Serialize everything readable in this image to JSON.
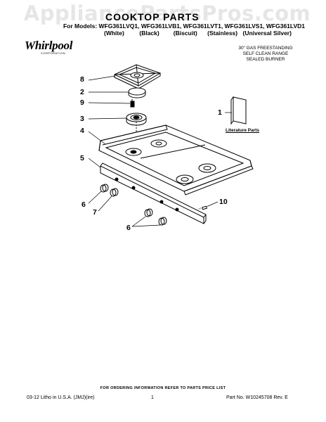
{
  "watermark": "AppliancePartsPros.com",
  "header": {
    "title": "COOKTOP PARTS",
    "models": "For Models: WFG361LVQ1, WFG361LVB1, WFG361LVT1, WFG361LVS1, WFG361LVD1",
    "finishes": [
      "(White)",
      "(Black)",
      "(Biscuit)",
      "(Stainless)",
      "(Universal Silver)"
    ]
  },
  "logo": {
    "name": "Whirlpool",
    "sub": "CORPORATION"
  },
  "description": [
    "30\" GAS FREESTANDING",
    "SELF CLEAN RANGE",
    "SEALED BURNER"
  ],
  "callouts": {
    "c8": "8",
    "c2": "2",
    "c9": "9",
    "c3": "3",
    "c4": "4",
    "c1": "1",
    "c5": "5",
    "c6a": "6",
    "c7": "7",
    "c6b": "6",
    "c10": "10"
  },
  "literature_label": "Literature Parts",
  "footer": {
    "ordering": "FOR ORDERING INFORMATION REFER TO PARTS PRICE LIST",
    "litho": "03-12  Litho in U.S.A.  (JMJ)(ire)",
    "page": "1",
    "part_no": "Part No. W10245708 Rev. E"
  }
}
